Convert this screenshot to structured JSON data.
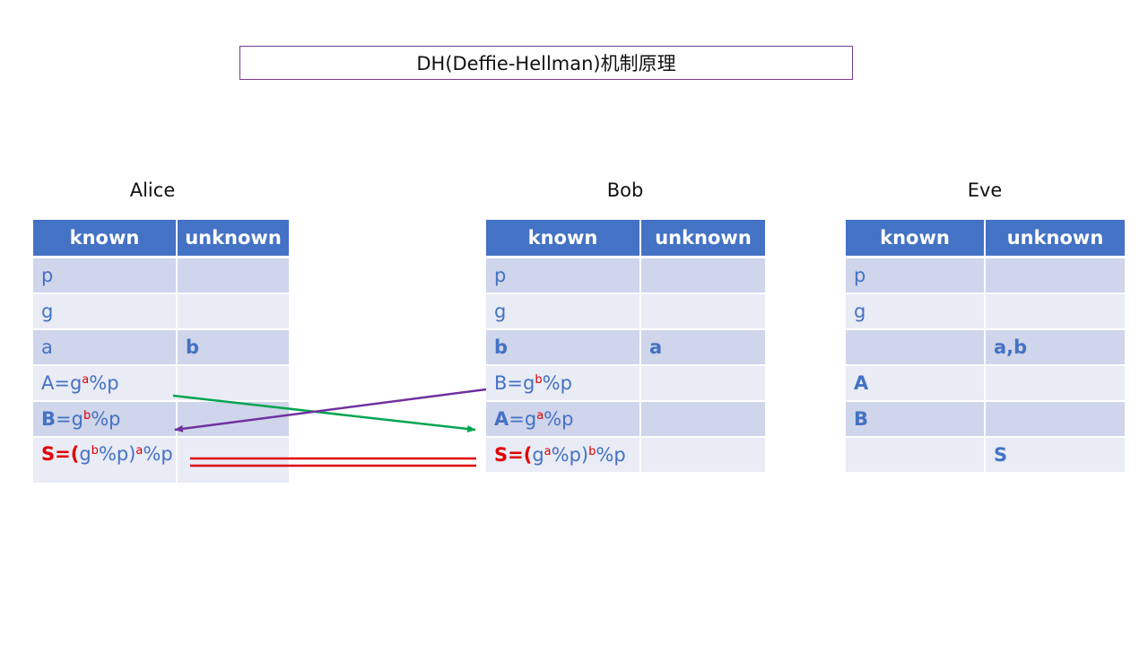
{
  "title": "DH(Deffie-Hellman)机制原理",
  "headers": {
    "known": "known",
    "unknown": "unknown"
  },
  "alice": {
    "name": "Alice",
    "rows": {
      "p": "p",
      "g": "g",
      "a": "a",
      "b": "b",
      "A_pre": "A=g",
      "A_exp": "a",
      "A_post": "%p",
      "B_var": "B",
      "B_pre": "=g",
      "B_exp": "b",
      "B_post": "%p",
      "S_pre": "S=(",
      "S_g": "g",
      "S_exp1": "b",
      "S_mid": "%p)",
      "S_exp2": "a",
      "S_post": "%p"
    }
  },
  "bob": {
    "name": "Bob",
    "rows": {
      "p": "p",
      "g": "g",
      "b": "b",
      "a": "a",
      "B_pre": "B=g",
      "B_exp": "b",
      "B_post": "%p",
      "A_var": "A",
      "A_pre": "=g",
      "A_exp": "a",
      "A_post": "%p",
      "S_pre": "S=(",
      "S_g": "g",
      "S_exp1": "a",
      "S_mid": "%p)",
      "S_exp2": "b",
      "S_post": "%p"
    }
  },
  "eve": {
    "name": "Eve",
    "rows": {
      "p": "p",
      "g": "g",
      "ab": "a,b",
      "A": "A",
      "B": "B",
      "S": "S"
    }
  },
  "colors": {
    "header": "#4472c4",
    "row_odd": "#cfd5ea",
    "row_even": "#e9ebf5",
    "text_blue": "#4472c4",
    "text_red": "#e00000",
    "arrow_green": "#00a550",
    "arrow_purple": "#7030a0",
    "line_red": "#e00000",
    "title_border": "#7a3b8f"
  }
}
